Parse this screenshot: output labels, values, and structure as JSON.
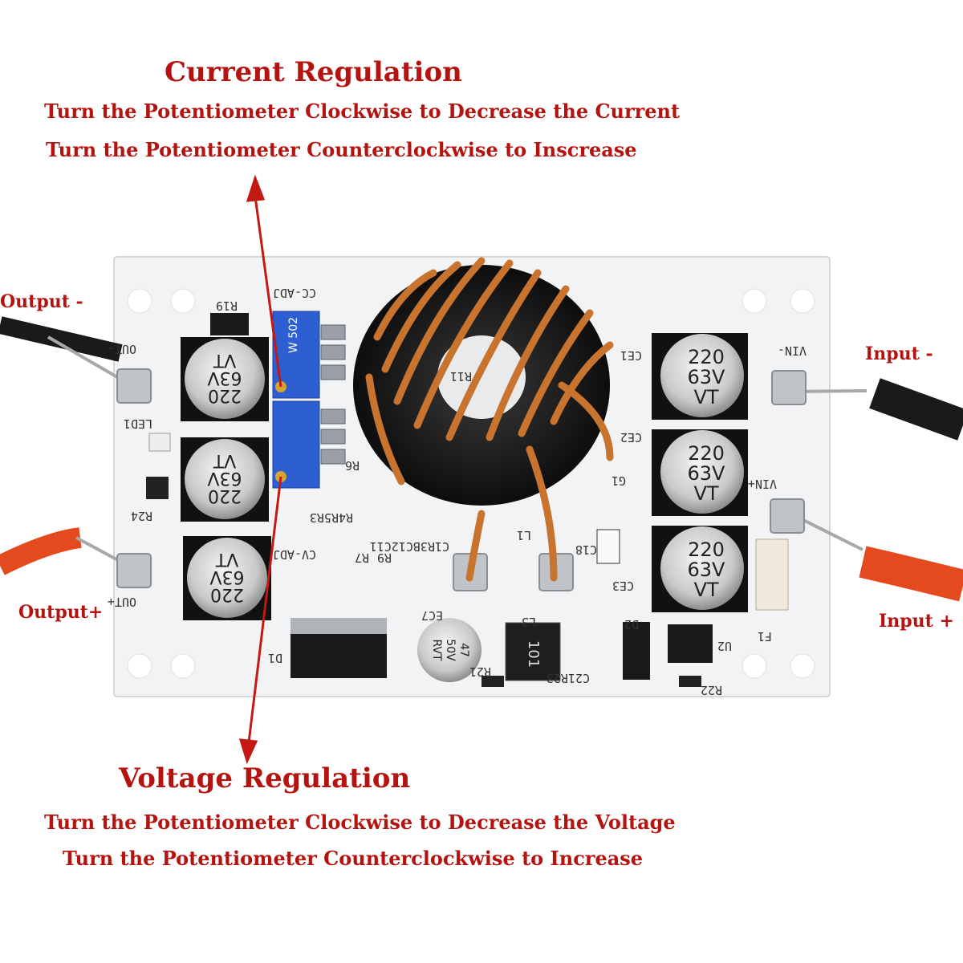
{
  "colors": {
    "annotation": "#b5130f",
    "board": "#f2f3f5",
    "copper": "#c8732e"
  },
  "current": {
    "title": "Current Regulation",
    "line1": "Turn the Potentiometer Clockwise to Decrease the Current",
    "line2": "Turn the Potentiometer Counterclockwise to Inscrease"
  },
  "voltage": {
    "title": "Voltage Regulation",
    "line1": "Turn the Potentiometer Clockwise to Decrease the Voltage",
    "line2": "Turn the Potentiometer Counterclockwise to Increase"
  },
  "terminals": {
    "output_minus": "Output -",
    "output_plus": "Output+",
    "input_minus": "Input -",
    "input_plus": "Input +"
  },
  "board": {
    "silk_cc": "CC-ADJ",
    "silk_cv": "CV-ADJ",
    "silk_vin_minus": "VIN-",
    "silk_vin_plus": "VIN+",
    "silk_out_minus": "OUT-",
    "silk_out_plus": "OUT+",
    "cap_value": "220",
    "cap_voltage": "63V",
    "cap_brand": "VT",
    "small_cap": [
      "47",
      "50V",
      "RVT"
    ],
    "inductor": "101",
    "pot_mark": "W 502",
    "refs": [
      "R19",
      "LED1",
      "R24",
      "D1",
      "EC7",
      "L3",
      "R21",
      "C21R23",
      "D2",
      "U2",
      "R22",
      "F1",
      "CE1",
      "CE2",
      "CE3",
      "L1",
      "C18",
      "G1",
      "R9",
      "R7",
      "C1R3BC12C11",
      "R4R5R3",
      "R6",
      "R11"
    ]
  }
}
